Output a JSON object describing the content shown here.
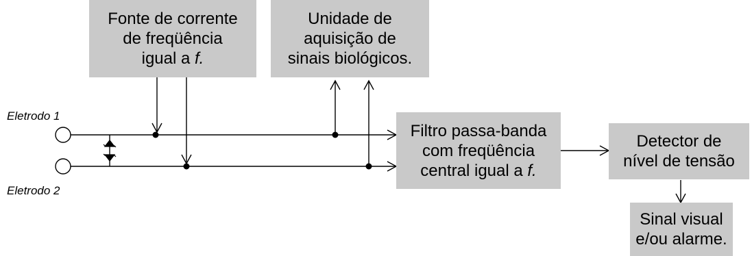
{
  "blocks": {
    "current_source": {
      "lines": [
        "Fonte de corrente",
        "de freqüência"
      ],
      "last_line_prefix": "igual a ",
      "last_line_var": "f."
    },
    "acquisition_unit": {
      "lines": [
        "Unidade de",
        "aquisição de",
        "sinais biológicos."
      ]
    },
    "bandpass_filter": {
      "lines": [
        "Filtro passa-banda",
        "com freqüência"
      ],
      "last_line_prefix": "central igual a ",
      "last_line_var": "f."
    },
    "level_detector": {
      "lines": [
        "Detector de",
        "nível de tensão"
      ]
    },
    "output": {
      "lines": [
        "Sinal visual",
        "e/ou alarme."
      ]
    }
  },
  "electrodes": {
    "electrode_1": "Eletrodo 1",
    "electrode_2": "Eletrodo 2"
  },
  "colors": {
    "block_fill": "#c9c9c9",
    "line": "#000000"
  }
}
